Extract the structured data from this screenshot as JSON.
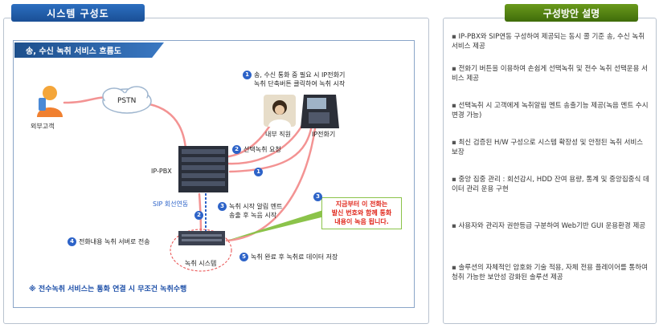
{
  "tabs": {
    "left_title": "시스템 구성도",
    "right_title": "구성방안 설명"
  },
  "flow": {
    "banner": "송, 수신 녹취 서비스 흐름도",
    "pstn": "PSTN",
    "external_customer": "외부고객",
    "ippbx": "IP-PBX",
    "internal_staff": "내부 직원",
    "ip_phone": "IP전화기",
    "sip_link": "SIP 회선연동",
    "recording_system": "녹취 시스템",
    "steps": [
      {
        "num": "1",
        "text1": "송, 수신 통화 중 필요 시 IP전화기",
        "text2": "녹취 단축버튼 클릭하여 녹취 시작"
      },
      {
        "num": "2",
        "text1": "선택녹취 요청",
        "text2": ""
      },
      {
        "num": "3",
        "text1": "녹취 시작 알림 멘트",
        "text2": "송출 후 녹음 시작"
      },
      {
        "num": "4",
        "text1": "전화내용 녹취 서버로 전송",
        "text2": ""
      },
      {
        "num": "5",
        "text1": "녹취 완료 후 녹취료 데이터 저장",
        "text2": ""
      }
    ],
    "alert_num": "3",
    "alert_lines": [
      "지금부터 이 전화는",
      "발신 번호와 함께 통화",
      "내용이 녹음 됩니다."
    ],
    "note": "※ 전수녹취 서비스는 통화 연결 시 무조건 녹취수행"
  },
  "description": [
    "IP-PBX와 SIP연동 구성하여 제공되는 동시 콜 기준 송, 수신 녹취 서비스 제공",
    "전화기 버튼을 이용하여 손쉽게 선택녹취 및 전수 녹취 선택운용 서비스 제공",
    "선택녹취 시 고객에게 녹취알림 멘트 송출기능 제공(녹음 멘트 수시 변경 가능)",
    "최신 검증된 H/W 구성으로 시스템 확장성 및 안정된 녹취 서비스 보장",
    "중앙 집중 관리 : 회선감시, HDD 잔여 용량, 통계 및 중앙집중식 데이터 관리 운용 구현",
    "사용자와 관리자 권한등급 구분하여 Web기반 GUI 운용환경 제공",
    "솔루션의 자체적인 암호화 기술 적용, 자체 전용 플레이어를 통하여 청취 가능한 보안성 강화된 솔루션 제공"
  ],
  "colors": {
    "accent_blue": "#1d4f8c",
    "accent_green": "#4f7d12",
    "flow_line": "#f08a8a",
    "step_badge": "#2d63c8",
    "alert_text": "#e0281d"
  }
}
